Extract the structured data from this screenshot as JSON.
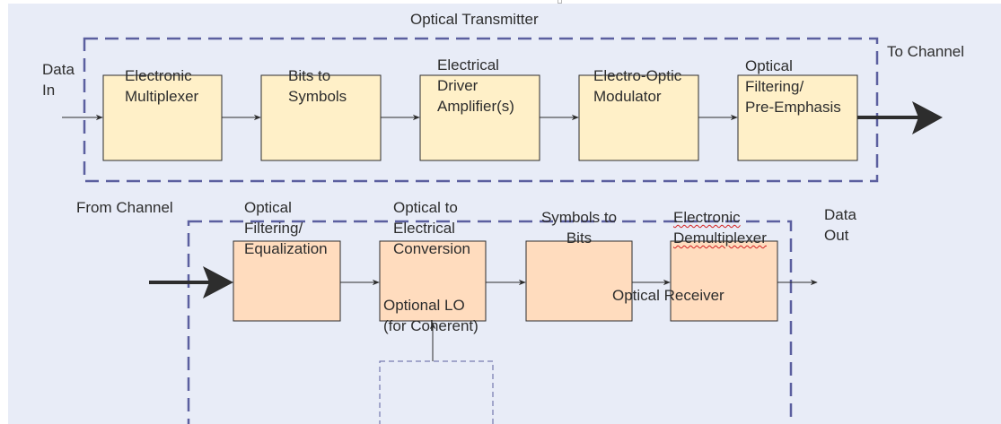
{
  "transmitter": {
    "title": "Optical Transmitter",
    "input_label": "Data\nIn",
    "output_label": "To Channel",
    "blocks": [
      {
        "label": "Electronic\nMultiplexer"
      },
      {
        "label": "Bits to\nSymbols"
      },
      {
        "label": "Electrical\nDriver\nAmplifier(s)"
      },
      {
        "label": "Electro-Optic\nModulator"
      },
      {
        "label": "Optical\nFiltering/\nPre-Emphasis"
      }
    ]
  },
  "receiver": {
    "title": "Optical Receiver",
    "input_label": "From Channel",
    "output_label": "Data\nOut",
    "blocks": [
      {
        "label": "Optical\nFiltering/\nEqualization"
      },
      {
        "label": "Optical to\nElectrical\nConversion"
      },
      {
        "label": "Symbols to\nBits"
      },
      {
        "label": "Electronic\nDemultiplexer"
      }
    ],
    "lo_label": "Optional LO\n(for Coherent)"
  },
  "colors": {
    "canvas_bg": "#e8ecf7",
    "transmitter_fill": "#fff0c8",
    "receiver_fill": "#ffdcbe",
    "group_border": "#5b5f9f",
    "line": "#2d2d2d",
    "spellcheck": "#d21f1f"
  }
}
